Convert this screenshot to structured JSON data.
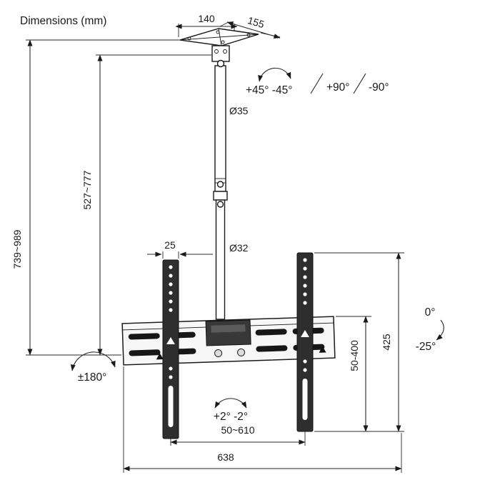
{
  "title": "Dimensions (mm)",
  "dimensions": {
    "plate_width": "140",
    "plate_depth": "155",
    "upper_pole_diameter": "Ø35",
    "lower_pole_diameter": "Ø32",
    "overall_height": "739~989",
    "pole_height": "527~777",
    "rail_width": "25",
    "bracket_height": "425",
    "vesa_vertical_range": "50-400",
    "vesa_horizontal_range": "50~610",
    "bracket_width": "638"
  },
  "angles": {
    "swivel_range": "+45° -45°",
    "rotation_cw": "+90°",
    "rotation_ccw": "-90°",
    "pole_rotation": "±180°",
    "level_adjust": "+2° -2°",
    "tilt_up": "0°",
    "tilt_down": "-25°"
  }
}
